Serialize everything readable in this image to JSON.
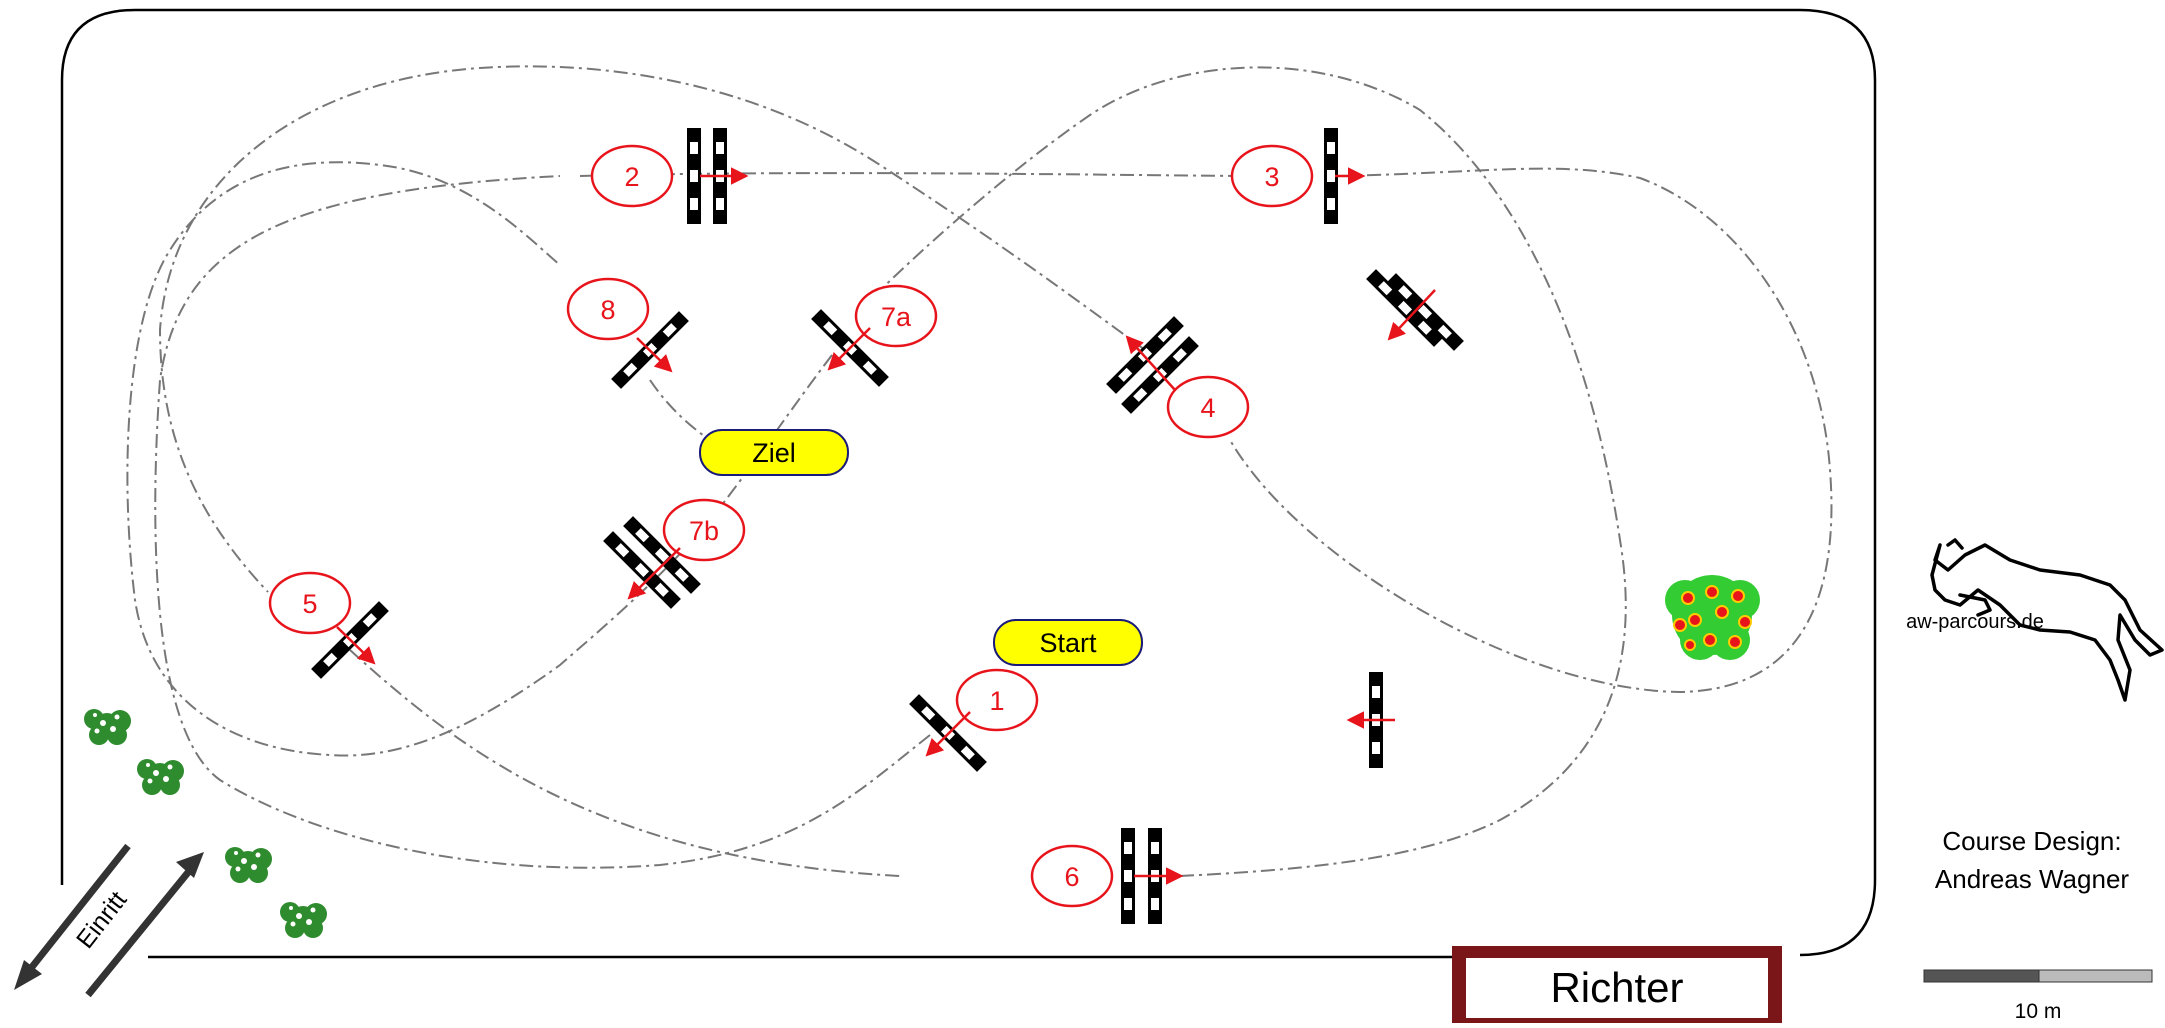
{
  "course": {
    "obstacle_labels": [
      "1",
      "2",
      "3",
      "4",
      "5",
      "6",
      "7a",
      "7b",
      "8"
    ],
    "start_label": "Start",
    "finish_label": "Ziel",
    "judge_label": "Richter",
    "entrance_label": "Einritt",
    "logo_text": "aw-parcours.de",
    "designer_line1": "Course Design:",
    "designer_line2": "Andreas Wagner",
    "scale_label": "10 m"
  },
  "colors": {
    "number_red": "#e8141b",
    "start_finish_fill": "#ffff00",
    "start_finish_border": "#1a1a7a",
    "judge_border": "#7a1518",
    "bush_green": "#1e9e2e",
    "route_gray": "#777777"
  }
}
